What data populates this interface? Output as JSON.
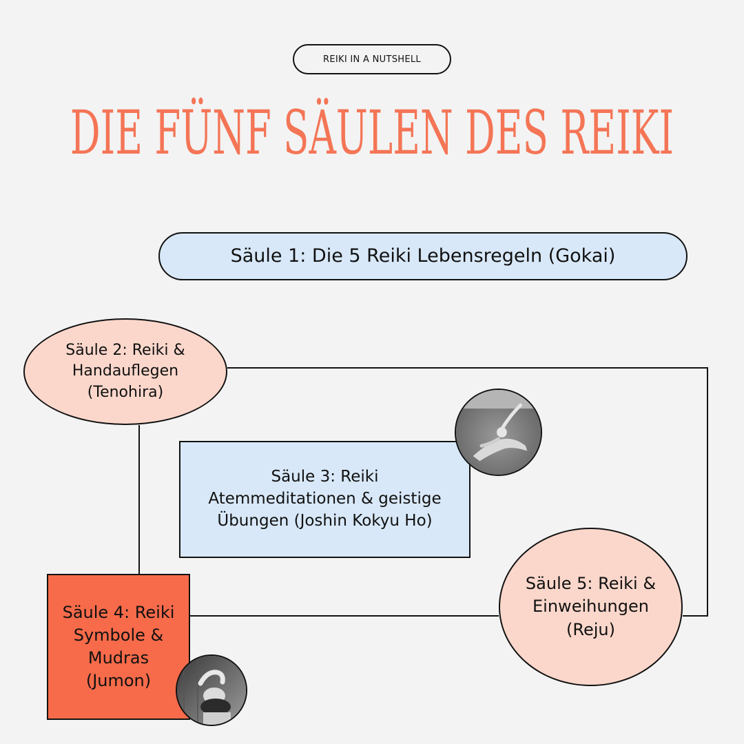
{
  "header": {
    "tag": "REIKI IN A NUTSHELL",
    "title": "DIE FÜNF SÄULEN DES REIKI"
  },
  "pillars": [
    {
      "label": "Säule 1: Die 5 Reiki Lebensregeln (Gokai)"
    },
    {
      "label": "Säule 2: Reiki & Handauflegen (Tenohira)"
    },
    {
      "label": "Säule 3: Reiki Atemmeditationen & geistige Übungen (Joshin Kokyu Ho)"
    },
    {
      "label": "Säule 4: Reiki Symbole & Mudras (Jumon)"
    },
    {
      "label": "Säule 5: Reiki & Einweihungen (Reju)"
    }
  ],
  "photos": [
    {
      "icon": "person-stretching-seated-photo"
    },
    {
      "icon": "person-stretching-standing-photo"
    }
  ],
  "colors": {
    "background": "#f3f3f3",
    "title": "#f47556",
    "light_blue": "#d8e8f8",
    "peach": "#fbd7cb",
    "coral": "#f76b4a",
    "outline": "#111111"
  }
}
